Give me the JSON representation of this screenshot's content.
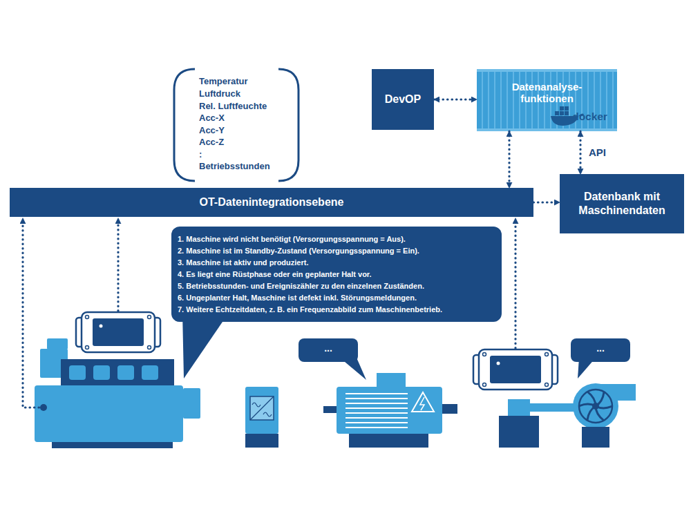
{
  "diagram": {
    "nodes": [
      {
        "text": [
          "DevOP"
        ]
      },
      {
        "text": [
          "Datenanalyse- funktionen",
          "docker"
        ]
      },
      {
        "text": [
          "OT-Datenintegrationsebene"
        ]
      },
      {
        "text": [
          "Datenbank mit Maschinendaten"
        ]
      },
      {
        "text": [
          "1. Maschine wird nicht benötigt (Versorgungsspannung = Aus).",
          "2. Maschine ist im Standby-Zustand (Versorgungsspannung = Ein).",
          "3. Maschine ist aktiv und produziert.",
          "4. Es liegt eine Rüstphase oder ein geplanter Halt vor.",
          "5. Betriebsstunden- und Ereigniszähler zu den einzelnen Zuständen.",
          "6. Ungeplanter Halt, Maschine ist defekt inkl. Störungsmeldungen.",
          "7. Weitere Echtzeitdaten, z. B. ein Frequenzabbild zum Maschinenbetrieb."
        ]
      },
      {
        "text": [
          "..."
        ]
      },
      {
        "text": [
          "..."
        ]
      }
    ],
    "edges": [
      {
        "from": 0,
        "to": 1,
        "arrow": "both"
      },
      {
        "from": 1,
        "to": 2,
        "arrow": "both"
      },
      {
        "from": 1,
        "to": 3,
        "label": "API",
        "arrow": "both"
      },
      {
        "from": 2,
        "to": 3,
        "arrow": "to"
      }
    ],
    "labels": [
      "Temperatur",
      "Luftdruck",
      "Rel. Luftfeuchte",
      "Acc-X",
      "Acc-Y",
      "Acc-Z",
      ":",
      "Betriebsstunden"
    ]
  }
}
